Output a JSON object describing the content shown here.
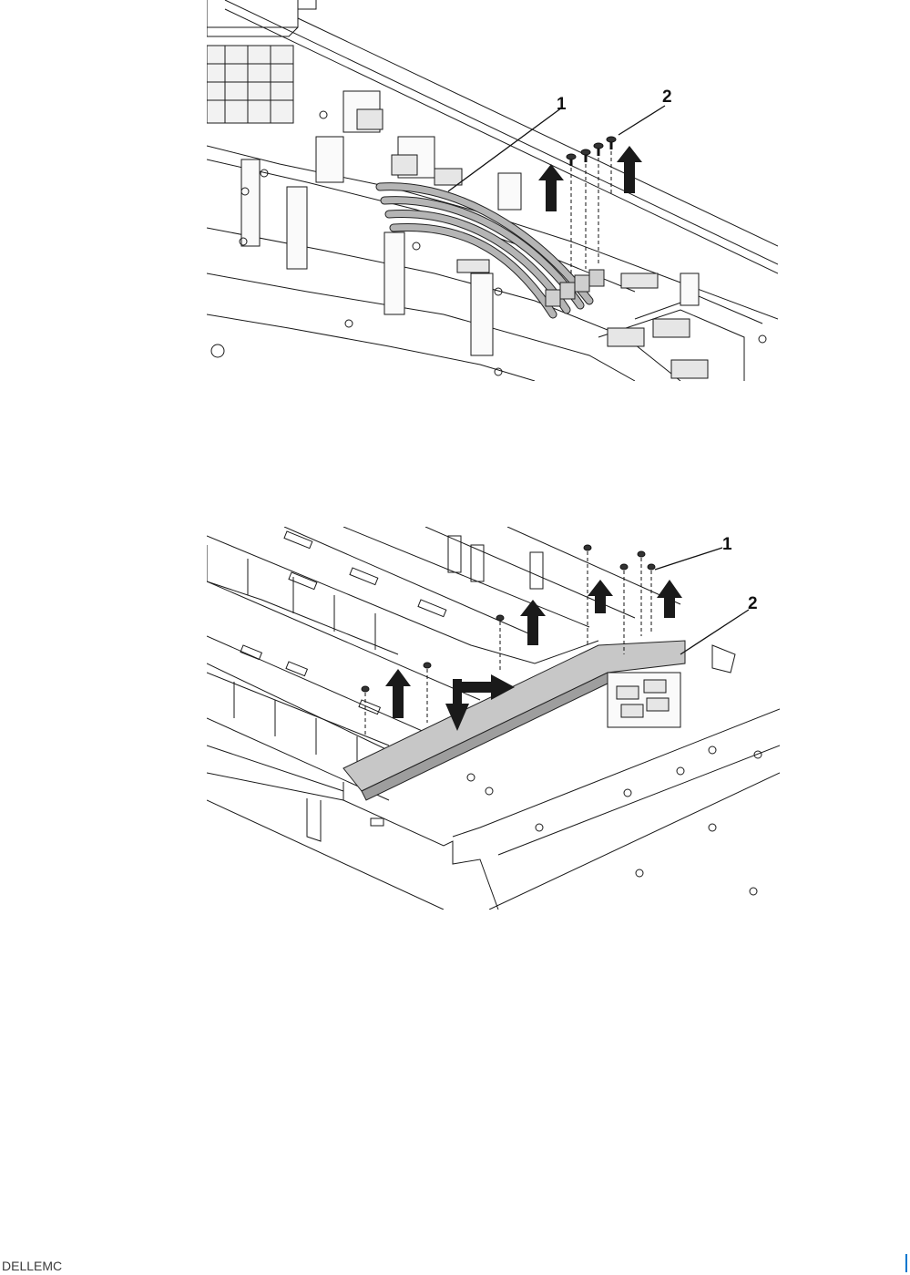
{
  "figure1": {
    "callouts": [
      "1",
      "2"
    ]
  },
  "figure2": {
    "callouts": [
      "1",
      "2"
    ]
  },
  "footer": {
    "logo_text": "DELLEMC",
    "accent_color": "#0076ce"
  }
}
